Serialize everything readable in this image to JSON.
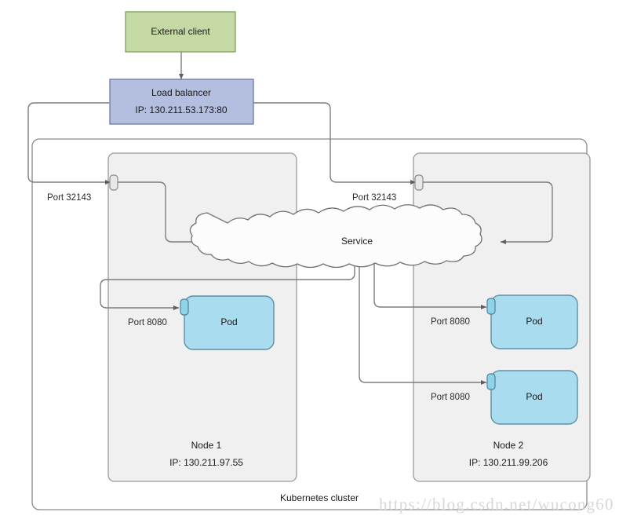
{
  "diagram": {
    "title_watermark": "https://blog.csdn.net/wucong60",
    "cluster": {
      "label": "Kubernetes cluster"
    },
    "external_client": {
      "label": "External client",
      "fill": "#c4d9a4",
      "stroke": "#7f9f5e"
    },
    "load_balancer": {
      "line1": "Load balancer",
      "line2": "IP: 130.211.53.173:80",
      "fill": "#b4bede",
      "stroke": "#6b77a8"
    },
    "service": {
      "label": "Service",
      "fill": "#fcfcfc",
      "stroke": "#707070"
    },
    "nodes": [
      {
        "name": "Node 1",
        "ip": "IP: 130.211.97.55",
        "node_port_label": "Port 32143",
        "pods": [
          {
            "label": "Pod",
            "port_label": "Port 8080"
          }
        ]
      },
      {
        "name": "Node 2",
        "ip": "IP: 130.211.99.206",
        "node_port_label": "Port 32143",
        "pods": [
          {
            "label": "Pod",
            "port_label": "Port 8080"
          },
          {
            "label": "Pod",
            "port_label": "Port 8080"
          }
        ]
      }
    ],
    "colors": {
      "pod_fill": "#a9dcef",
      "pod_stroke": "#5f8fa6",
      "port_fill": "#8fd3ea",
      "port_stroke": "#4e7f95",
      "node_fill": "#f0f0f0",
      "node_stroke": "#9a9a9a",
      "cluster_stroke": "#8a8a8a",
      "connector": "#7d7d7d"
    }
  }
}
